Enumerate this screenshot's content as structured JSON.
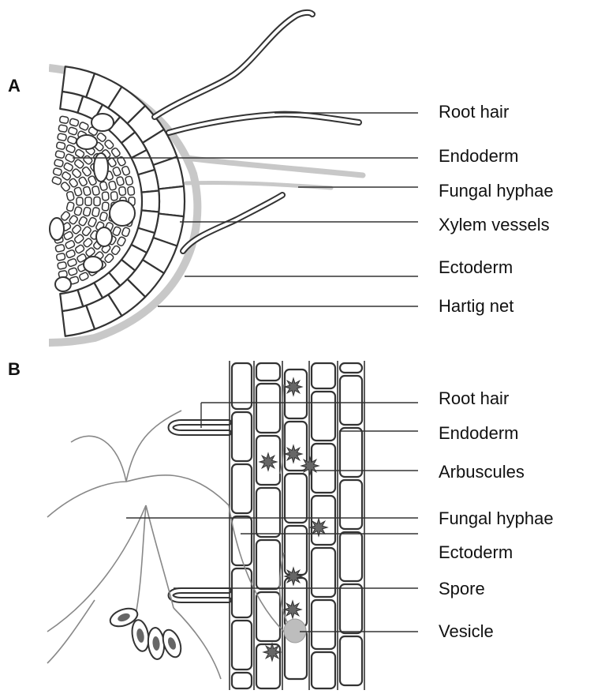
{
  "panels": [
    {
      "letter": "A",
      "labels": [
        "Root hair",
        "Endoderm",
        "Fungal hyphae",
        "Xylem vessels",
        "Ectoderm",
        "Hartig net"
      ]
    },
    {
      "letter": "B",
      "labels": [
        "Root hair",
        "Endoderm",
        "Arbuscules",
        "Fungal hyphae",
        "Ectoderm",
        "Spore",
        "Vesicle"
      ]
    }
  ],
  "colors": {
    "stroke": "#333333",
    "fungal": "#c8c8c8",
    "hyphae": "#888888",
    "arbuscule": "#666666",
    "vesicle": "#bdbdbd"
  }
}
